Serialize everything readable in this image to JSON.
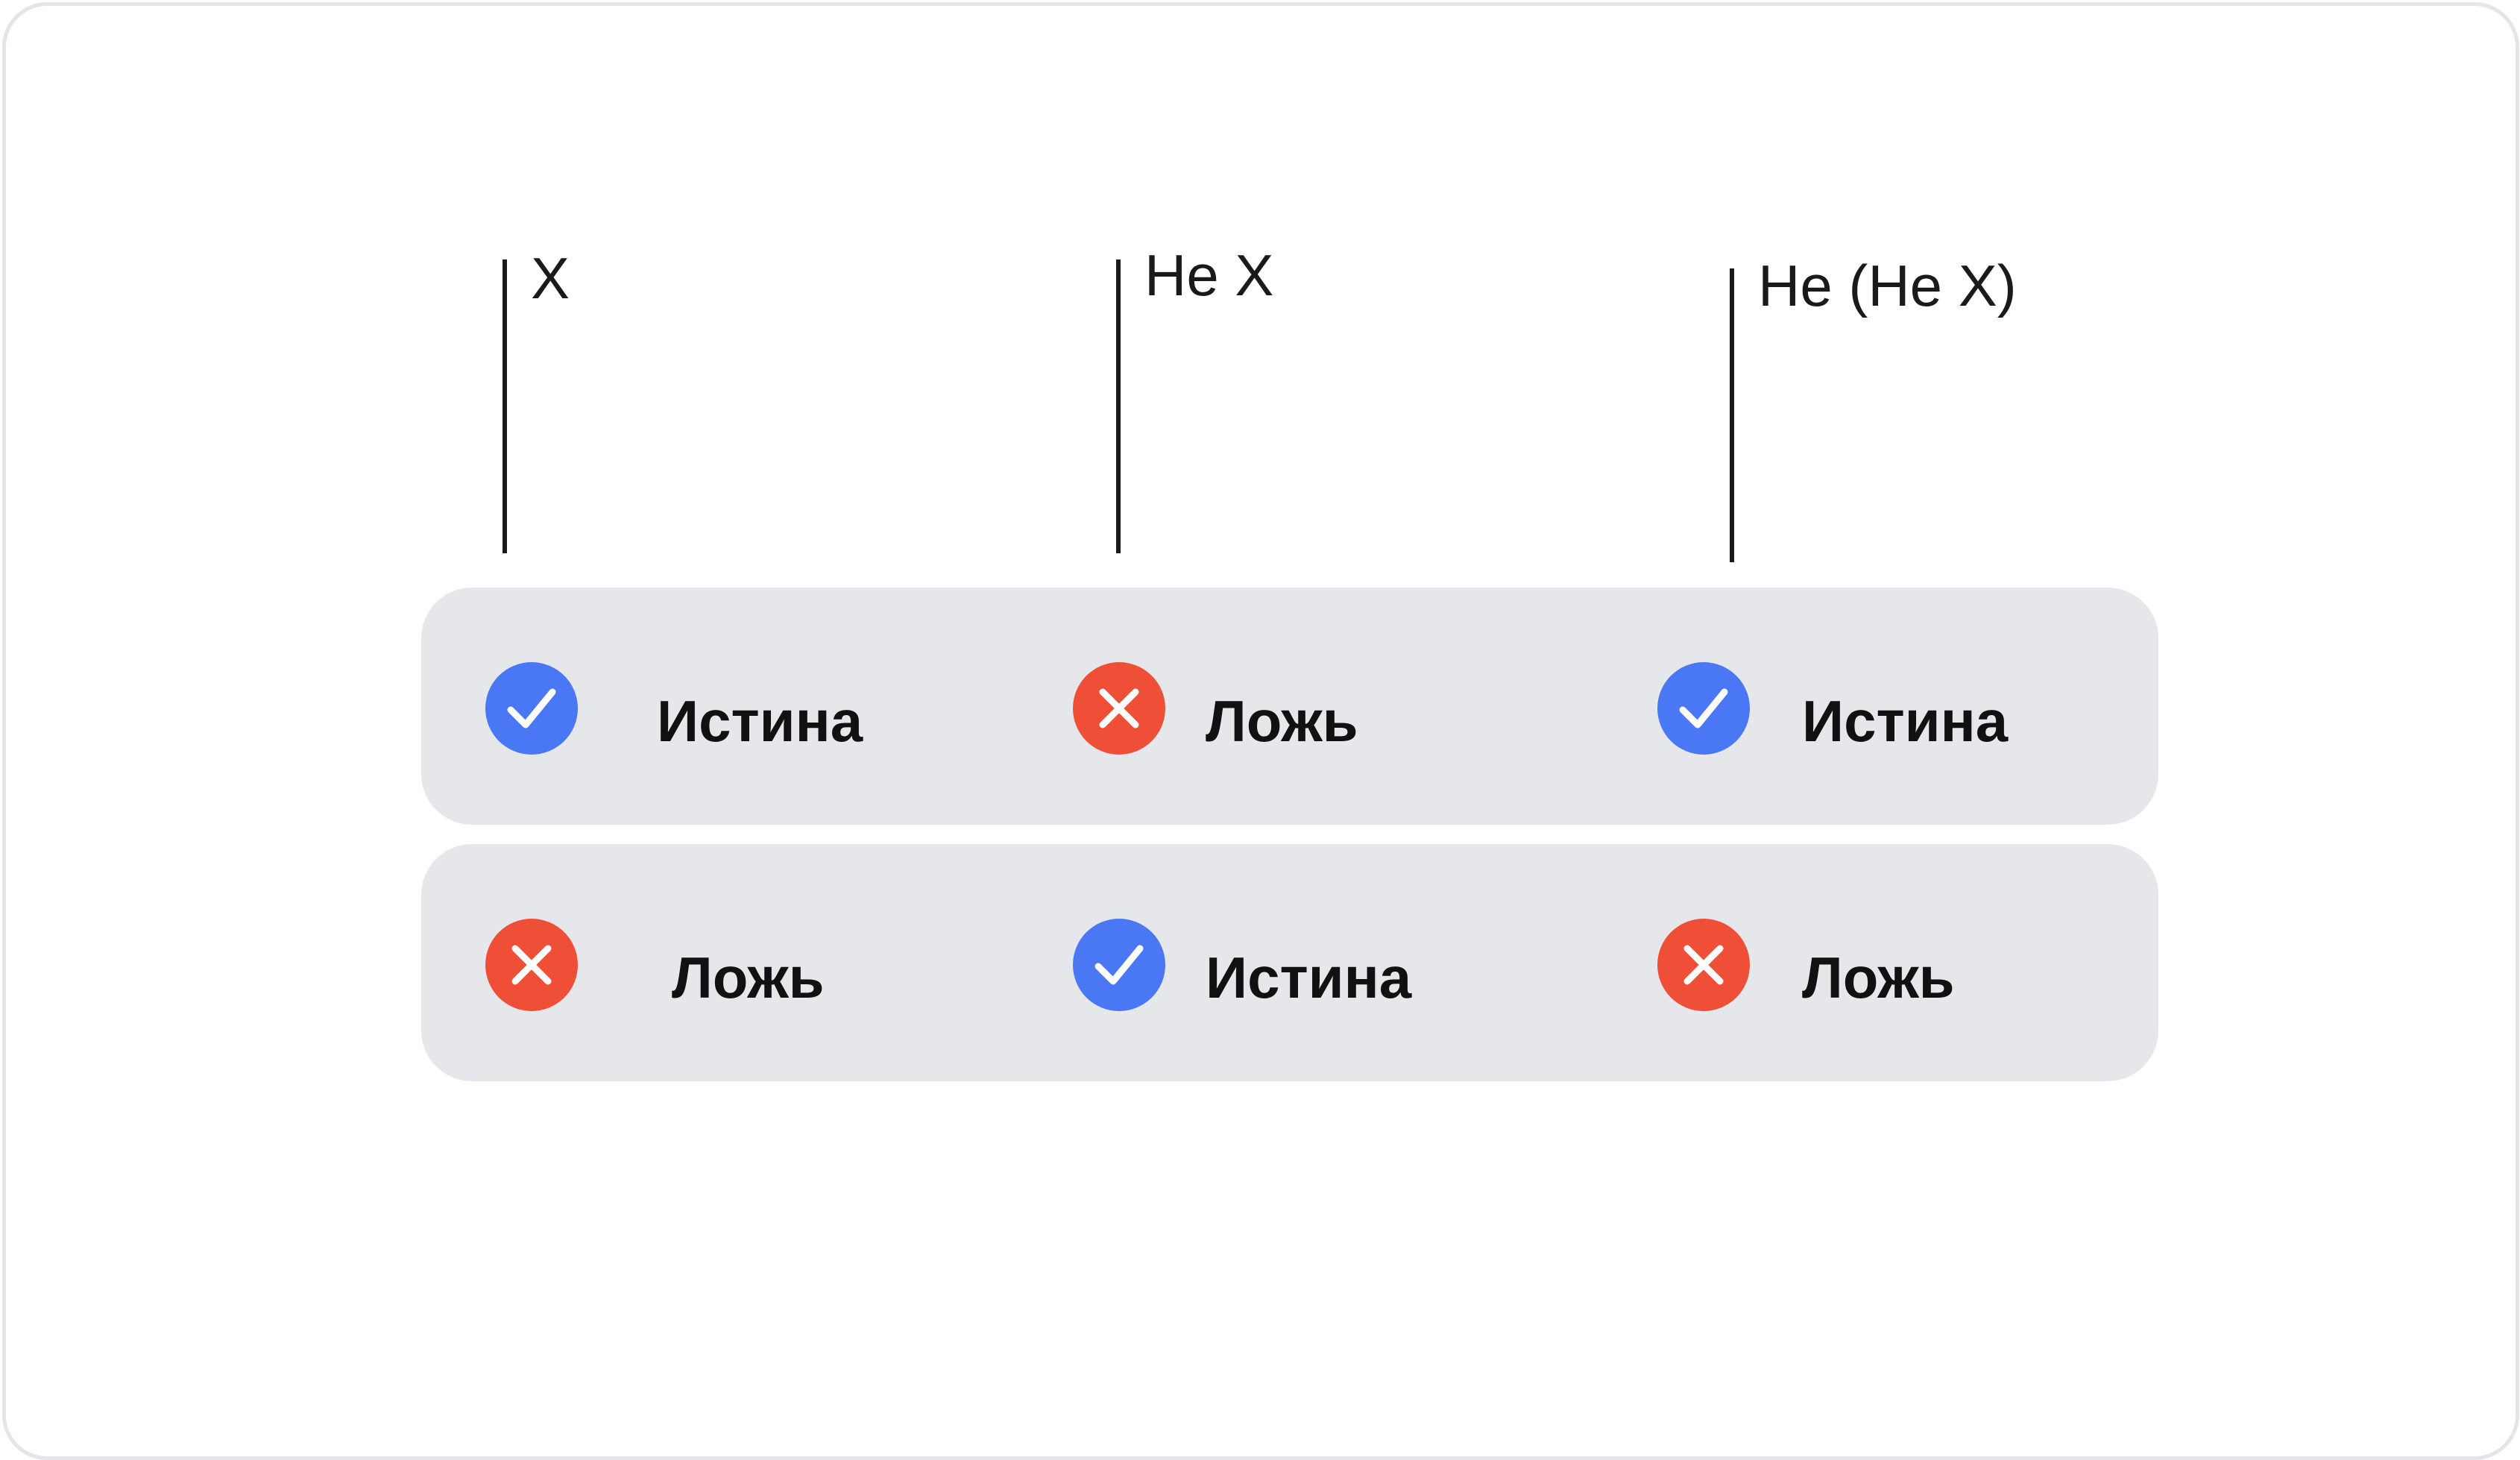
{
  "columns": [
    {
      "label": "X"
    },
    {
      "label": "Не X"
    },
    {
      "label": "Не (Не X)"
    }
  ],
  "rows": [
    {
      "cells": [
        {
          "value": true,
          "text": "Истина",
          "icon": "check-icon"
        },
        {
          "value": false,
          "text": "Ложь",
          "icon": "cross-icon"
        },
        {
          "value": true,
          "text": "Истина",
          "icon": "check-icon"
        }
      ]
    },
    {
      "cells": [
        {
          "value": false,
          "text": "Ложь",
          "icon": "cross-icon"
        },
        {
          "value": true,
          "text": "Истина",
          "icon": "check-icon"
        },
        {
          "value": false,
          "text": "Ложь",
          "icon": "cross-icon"
        }
      ]
    }
  ],
  "colors": {
    "true": "#4a78f5",
    "false": "#ef4f36",
    "row_background": "#e6e7eb",
    "frame_border": "#e4e5e8"
  }
}
